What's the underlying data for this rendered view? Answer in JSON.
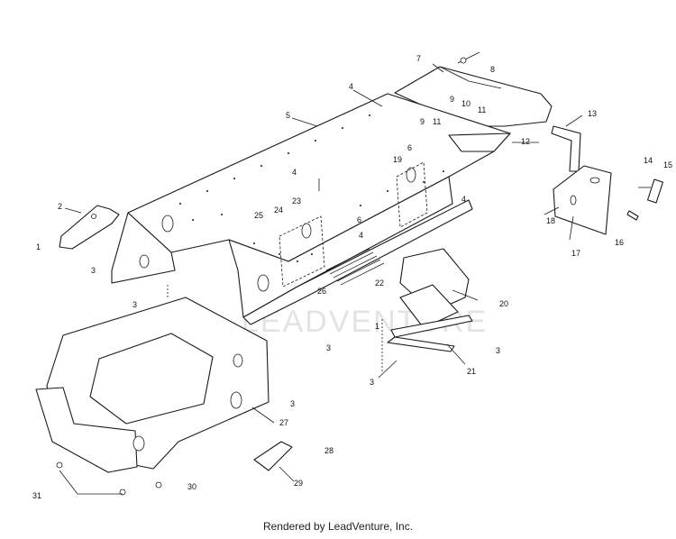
{
  "watermark": "LEADVENTURE",
  "footer": "Rendered by LeadVenture, Inc.",
  "callouts": {
    "c1a": "1",
    "c1b": "1",
    "c2": "2",
    "c3a": "3",
    "c3b": "3",
    "c3c": "3",
    "c3d": "3",
    "c3e": "3",
    "c3f": "3",
    "c4a": "4",
    "c4b": "4",
    "c4c": "4",
    "c4d": "4",
    "c5": "5",
    "c6a": "6",
    "c6b": "6",
    "c7": "7",
    "c8": "8",
    "c9a": "9",
    "c9b": "9",
    "c10": "10",
    "c11a": "11",
    "c11b": "11",
    "c12": "12",
    "c13": "13",
    "c14": "14",
    "c15": "15",
    "c16": "16",
    "c17": "17",
    "c18": "18",
    "c19": "19",
    "c20": "20",
    "c21": "21",
    "c22": "22",
    "c23": "23",
    "c24": "24",
    "c25": "25",
    "c26": "26",
    "c27": "27",
    "c28": "28",
    "c29": "29",
    "c30": "30",
    "c31": "31"
  }
}
